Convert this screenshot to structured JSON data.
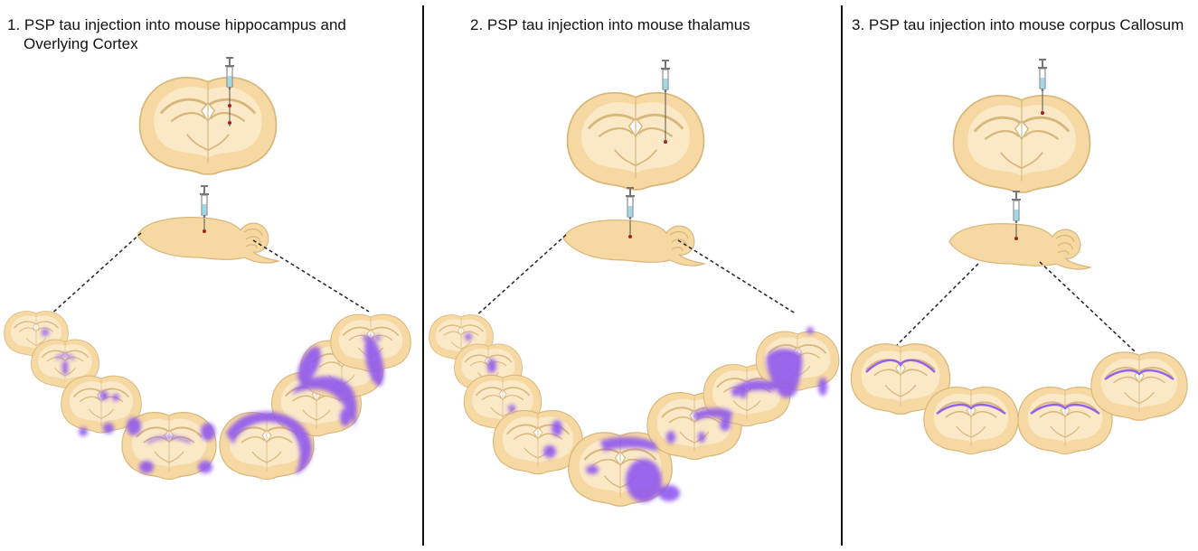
{
  "panels": [
    {
      "title_line1": "1.  PSP tau injection into mouse hippocampus and",
      "title_line2": "Overlying Cortex"
    },
    {
      "title_line1": "2. PSP tau injection into mouse thalamus",
      "title_line2": ""
    },
    {
      "title_line1": "3. PSP tau injection into mouse corpus Callosum",
      "title_line2": ""
    }
  ],
  "colors": {
    "brain_fill": "#f6d9a2",
    "brain_stroke": "#d8b77b",
    "brain_inner": "#fbe8c7",
    "tau_pathology": "#8d54f0",
    "injection_dot": "#a3221c",
    "syringe_fluid": "#9fd8e8",
    "divider": "#111111"
  },
  "icons": [
    "syringe-icon",
    "coronal-brain-section",
    "sagittal-brain-section",
    "tau-spread-marker"
  ]
}
